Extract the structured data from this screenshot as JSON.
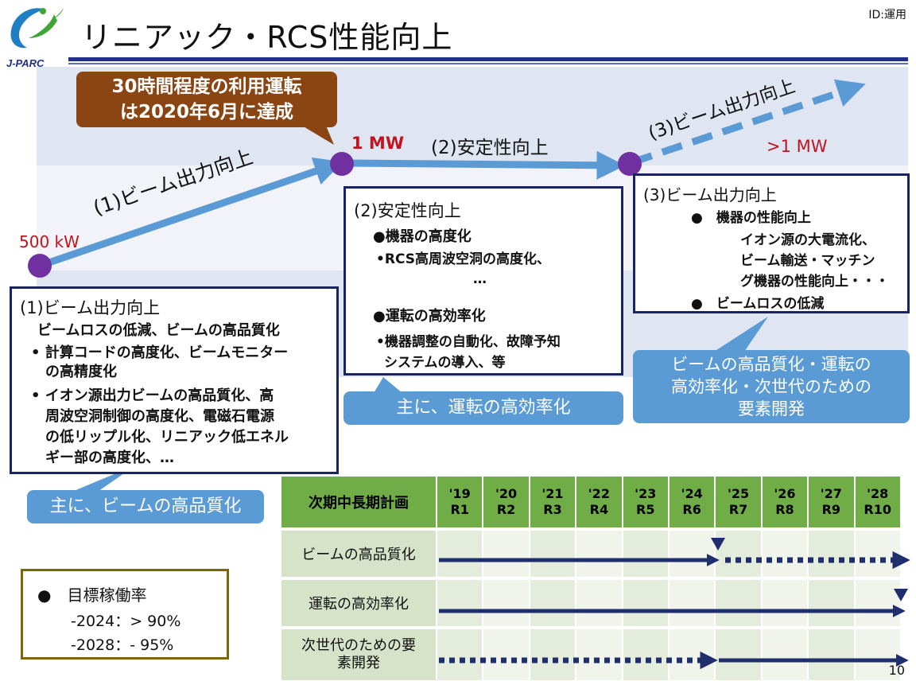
{
  "header": {
    "title": "リニアック・RCS性能向上",
    "doc_id": "ID:運用",
    "logo_text": "J-PARC"
  },
  "colors": {
    "arrow": "#5b9bd5",
    "milestone": "#7030a0",
    "accent_red": "#c0141e",
    "dark_box_border": "#1a2460",
    "callout_brown": "#8b4513",
    "table_header": "#70ad47",
    "schedule_arrow": "#1f2f6e"
  },
  "roadmap": {
    "callout": [
      "30時間程度の利用運転",
      "は2020年6月に達成"
    ],
    "power_start": "500 kW",
    "power_mid": "1 MW",
    "power_target": ">1 MW",
    "arrow1_label": "(1)ビーム出力向上",
    "arrow2_label": "(2)安定性向上",
    "arrow3_label": "(3)ビーム出力向上"
  },
  "box1": {
    "title": "(1)ビーム出力向上",
    "lines": [
      "ビームロスの低減、ビームの高品質化",
      "• 計算コードの高度化、ビームモニター",
      "　の高精度化",
      "• イオン源出力ビームの高品質化、高",
      "　周波空洞制御の高度化、電磁石電源",
      "　の低リップル化、リニアック低エネル",
      "　ギー部の高度化、…"
    ]
  },
  "box2": {
    "title": "(2)安定性向上",
    "item1": "●機器の高度化",
    "item1_sub": "•RCS高周波空洞の高度化、",
    "ellipsis": "…",
    "item2": "●運転の高効率化",
    "item2_sub1": "•機器調整の自動化、故障予知",
    "item2_sub2": "システムの導入、等"
  },
  "box3": {
    "title": "(3)ビーム出力向上",
    "bullet1": "●　機器の性能向上",
    "sub1": "イオン源の大電流化、",
    "sub2": "ビーム輸送・マッチン",
    "sub3": "グ機器の性能向上・・・",
    "bullet2": "●　ビームロスの低減"
  },
  "bubbles": {
    "left": "主に、ビームの高品質化",
    "middle": "主に、運転の高効率化",
    "right": [
      "ビームの高品質化・運転の",
      "高効率化・次世代のための",
      "要素開発"
    ]
  },
  "schedule": {
    "header_label": "次期中長期計画",
    "years": [
      [
        "'19",
        "R1"
      ],
      [
        "'20",
        "R2"
      ],
      [
        "'21",
        "R3"
      ],
      [
        "'22",
        "R4"
      ],
      [
        "'23",
        "R5"
      ],
      [
        "'24",
        "R6"
      ],
      [
        "'25",
        "R7"
      ],
      [
        "'26",
        "R8"
      ],
      [
        "'27",
        "R9"
      ],
      [
        "'28",
        "R10"
      ]
    ],
    "rows": [
      {
        "label": "ビームの高品質化",
        "solid_until_year": "'24",
        "then": "dotted"
      },
      {
        "label": "運転の高効率化",
        "solid_until_year": "'28",
        "then": "none"
      },
      {
        "label_lines": [
          "次世代のための要",
          "素開発"
        ],
        "dotted_until_year": "'24",
        "then": "solid"
      }
    ]
  },
  "goal": {
    "title": "●　目標稼働率",
    "line1": "-2024：> 90%",
    "line2": "-2028：- 95%"
  },
  "page_number": "10"
}
